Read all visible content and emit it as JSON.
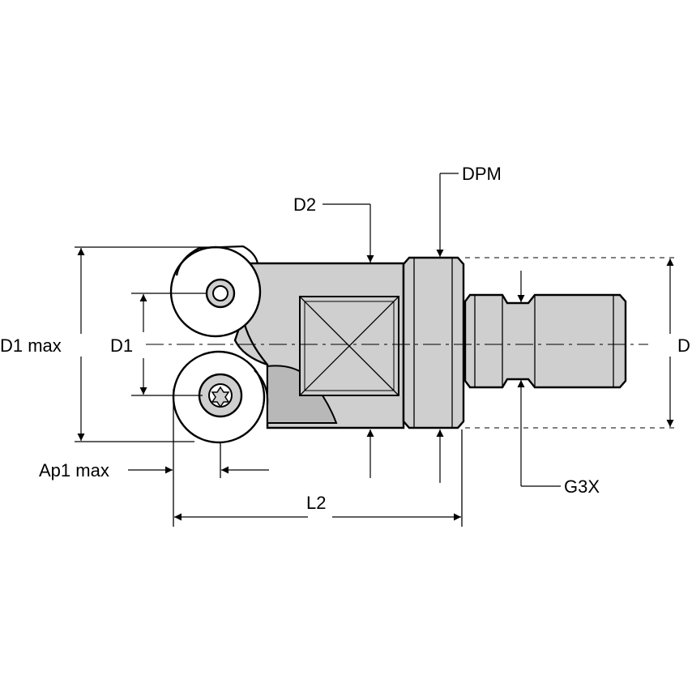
{
  "labels": {
    "d1_max": "D1 max",
    "d1": "D1",
    "d2": "D2",
    "dpm": "DPM",
    "d": "D",
    "ap1_max": "Ap1 max",
    "l2": "L2",
    "g3x": "G3X"
  },
  "colors": {
    "line": "#000000",
    "body_fill": "#cfcfcf",
    "shade_fill": "#b8b8b8",
    "background": "#ffffff"
  }
}
